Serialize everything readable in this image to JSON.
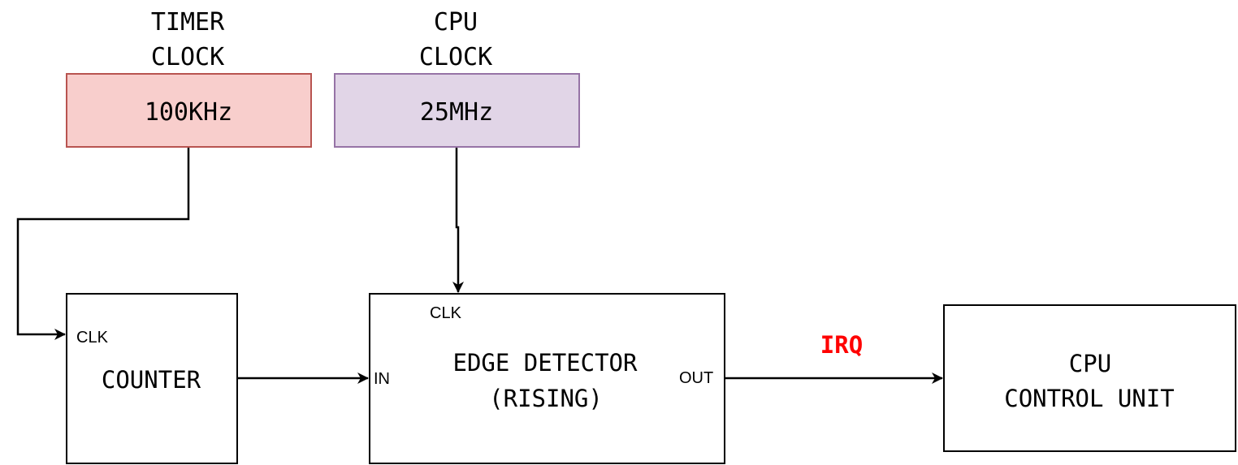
{
  "clocks": {
    "timer": {
      "label_line1": "TIMER",
      "label_line2": "CLOCK",
      "value": "100KHz",
      "fill": "#f8cecc",
      "stroke": "#b85450"
    },
    "cpu": {
      "label_line1": "CPU",
      "label_line2": "CLOCK",
      "value": "25MHz",
      "fill": "#e1d5e7",
      "stroke": "#9673a6"
    }
  },
  "blocks": {
    "counter": {
      "title": "COUNTER",
      "port_clk": "CLK"
    },
    "edge_detector": {
      "title_line1": "EDGE DETECTOR",
      "title_line2": "(RISING)",
      "port_clk": "CLK",
      "port_in": "IN",
      "port_out": "OUT"
    },
    "cpu_control_unit": {
      "title_line1": "CPU",
      "title_line2": "CONTROL UNIT"
    }
  },
  "signals": {
    "irq": {
      "label": "IRQ",
      "color": "#ff0000"
    }
  }
}
